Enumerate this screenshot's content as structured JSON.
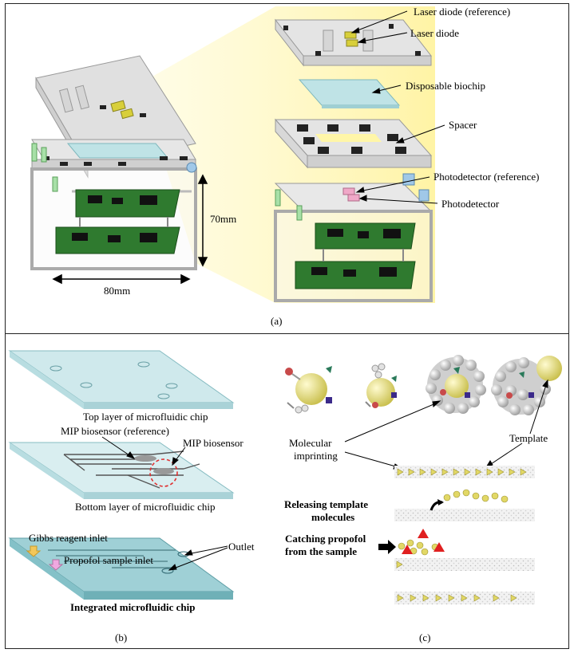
{
  "panel_a": {
    "caption": "(a)",
    "labels": {
      "laser_ref": "Laser diode (reference)",
      "laser": "Laser diode",
      "biochip": "Disposable biochip",
      "spacer": "Spacer",
      "pd_ref": "Photodetector (reference)",
      "pd": "Photodetector"
    },
    "dims": {
      "height": "70mm",
      "width": "80mm"
    }
  },
  "panel_b": {
    "caption": "(b)",
    "top_layer": "Top layer of microfluidic chip",
    "mip_ref": "MIP biosensor (reference)",
    "mip": "MIP biosensor",
    "bottom_layer": "Bottom layer of microfluidic chip",
    "gibbs": "Gibbs reagent inlet",
    "propofol": "Propofol sample inlet",
    "outlet": "Outlet",
    "integrated": "Integrated microfluidic chip"
  },
  "panel_c": {
    "caption": "(c)",
    "molecular_imprinting": [
      "Molecular",
      "imprinting"
    ],
    "template": "Template",
    "releasing": [
      "Releasing template",
      "molecules"
    ],
    "catching": [
      "Catching propofol",
      "from the sample"
    ]
  },
  "colors": {
    "frame": "#c8c8c8",
    "board": "#2f7a2f",
    "glow": "#fff6a8",
    "chip": "#bfe3e6",
    "chip_dark": "#7fb8bd",
    "sphere": "#e4dc7e",
    "cluster": "#c9c9c9",
    "circle": "#e03030",
    "red_triangle": "#e02020"
  }
}
